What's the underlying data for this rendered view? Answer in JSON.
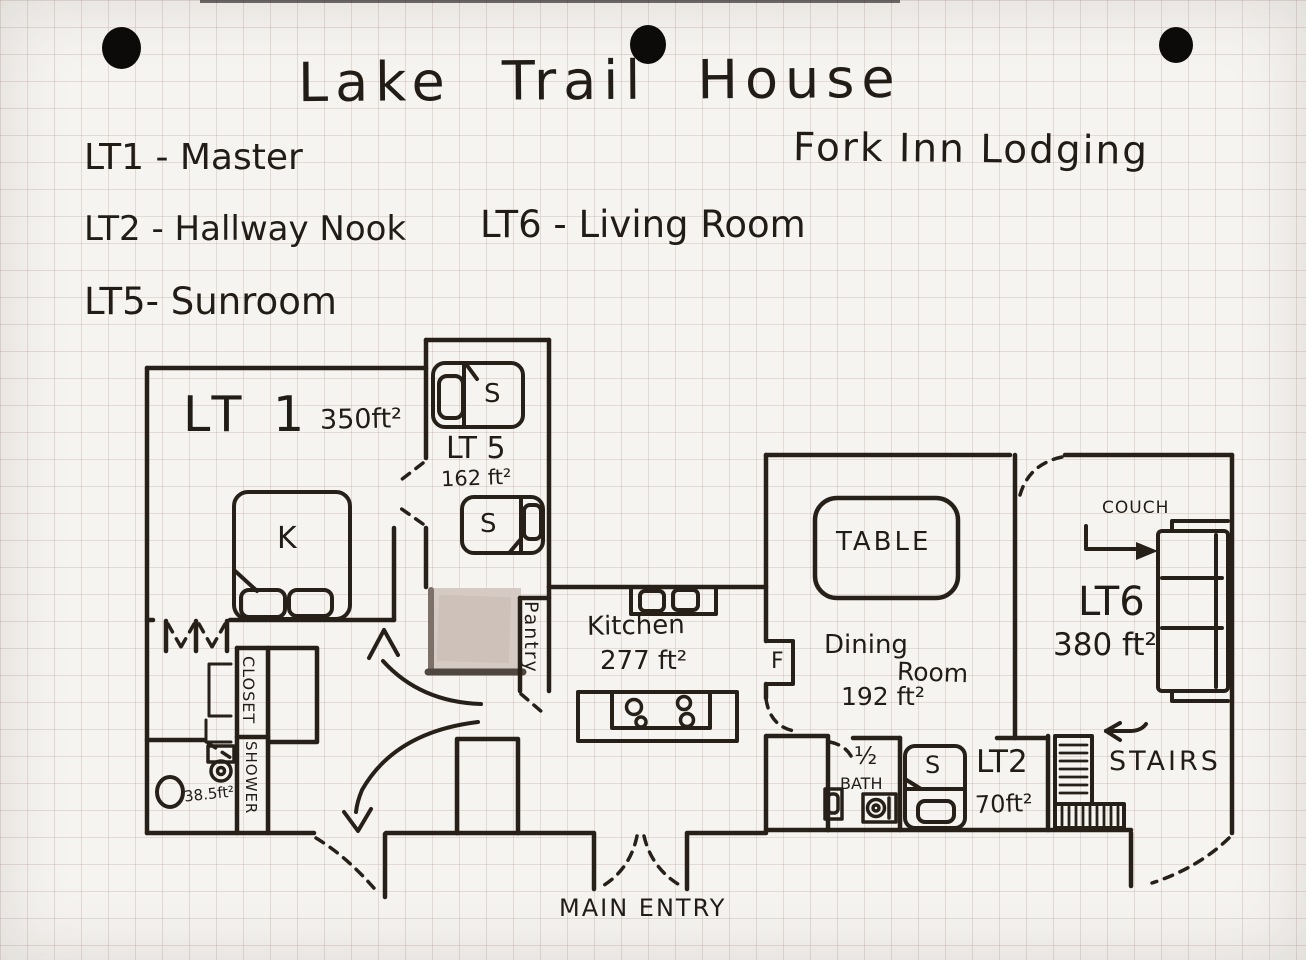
{
  "page": {
    "title": "Lake Trail House",
    "subtitle": "Fork Inn Lodging"
  },
  "legend": {
    "lt1": "LT1 - Master",
    "lt2": "LT2 - Hallway Nook",
    "lt5": "LT5- Sunroom",
    "lt6": "LT6 - Living Room"
  },
  "rooms": {
    "lt1": {
      "label": "LT 1",
      "area": "350ft²"
    },
    "lt5": {
      "label": "LT 5",
      "area": "162 ft²"
    },
    "lt2": {
      "label": "LT2",
      "area": "70ft²"
    },
    "lt6": {
      "label": "LT6",
      "area": "380 ft²"
    },
    "kitchen": {
      "label": "Kitchen",
      "area": "277 ft²"
    },
    "dining": {
      "label_line1": "Dining",
      "label_line2": "Room",
      "area": "192 ft²"
    },
    "bathroom": {
      "area": "38.5ft²"
    },
    "half_bath": {
      "fraction": "½",
      "label": "BATH"
    }
  },
  "features": {
    "pantry": "Pantry",
    "closet": "CLOSET",
    "shower": "SHOWER",
    "stairs": "STAIRS",
    "main_entry": "MAIN ENTRY",
    "couch": "COUCH",
    "table": "TABLE",
    "fridge": "F"
  },
  "furniture": {
    "king_bed": "K",
    "single_bed": "S"
  },
  "colors": {
    "ink": "#262019",
    "paper": "#f6f4f1",
    "grid_line": "#d8c7c2",
    "hole": "#0d0b0a",
    "shade_block": "#d5cbc4"
  }
}
